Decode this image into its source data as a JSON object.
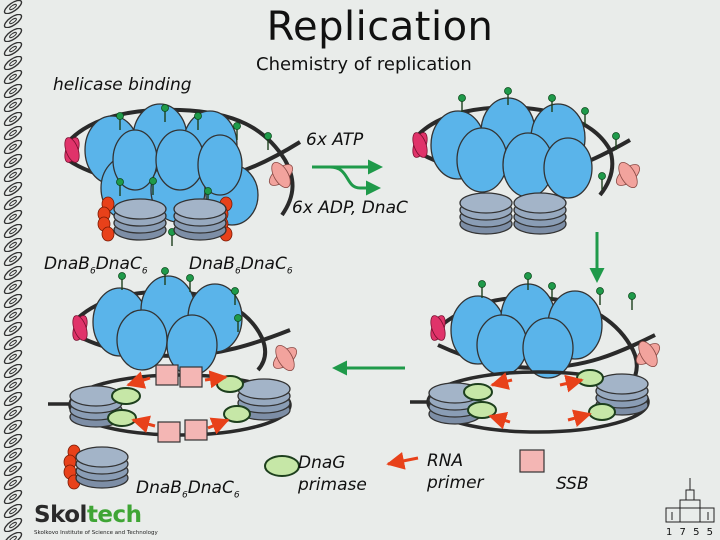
{
  "header": {
    "title": "Replication",
    "subtitle": "Chemistry of replication"
  },
  "labels": {
    "step_title": "helicase binding",
    "atp": "6x ATP",
    "products": "6x ADP, DnaC",
    "complex_left": {
      "a": "DnaB",
      "n1": "6",
      "b": "DnaC",
      "n2": "6"
    },
    "complex_right": {
      "a": "DnaB",
      "n1": "6",
      "b": "DnaC",
      "n2": "6"
    }
  },
  "legend": {
    "complex": {
      "a": "DnaB",
      "n1": "6",
      "b": "DnaC",
      "n2": "6"
    },
    "primase_line1": "DnaG",
    "primase_line2": "primase",
    "primer_line1": "RNA",
    "primer_line2": "primer",
    "ssb": "SSB"
  },
  "logo": {
    "main_a": "Skol",
    "main_b": "tech",
    "sub": "Skolkovo Institute of Science and Technology"
  },
  "footer": {
    "year": "1 7 5 5"
  },
  "colors": {
    "protein_blue": "#5ab4ea",
    "helicase_grey": "#8a9db5",
    "dnac_red": "#e8411a",
    "primase_green": "#c6e7a7",
    "ssb_pink": "#f4b6b4",
    "arrow_green": "#1f9a4a",
    "primer_red": "#e8411a",
    "origin_magenta": "#e0336a",
    "origin_pink": "#f2a39d"
  }
}
